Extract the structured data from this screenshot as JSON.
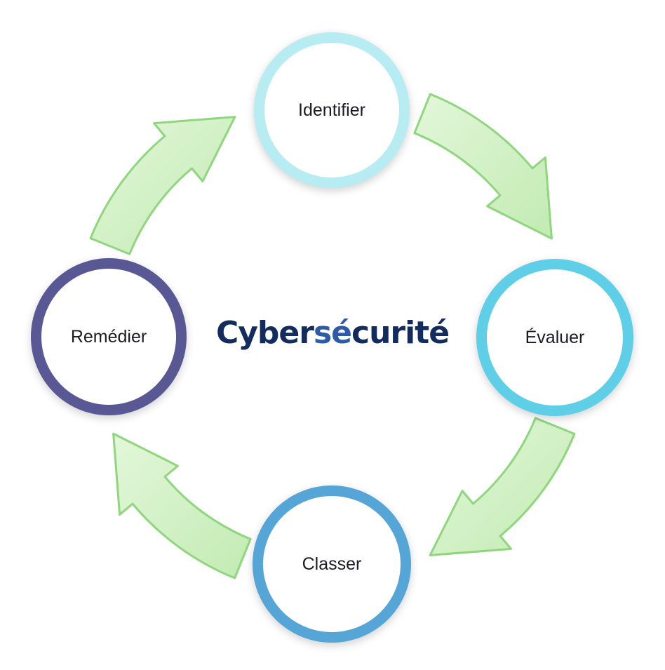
{
  "center_title": {
    "part_a": "Cyber",
    "part_b": "sé",
    "part_c": "curité"
  },
  "steps": [
    {
      "label": "Identifier",
      "ring_color": "#b7ecf3"
    },
    {
      "label": "Évaluer",
      "ring_color": "#5ecfe6"
    },
    {
      "label": "Classer",
      "ring_color": "#55a5d7"
    },
    {
      "label": "Remédier",
      "ring_color": "#5a5894"
    }
  ],
  "colors": {
    "arrow_fill": "#cdeec0",
    "arrow_stroke": "#8fd67e",
    "title_dark": "#132c5e",
    "title_accent": "#2f5aa6"
  },
  "icons": {
    "arrows": "curved-arrow-icon"
  }
}
